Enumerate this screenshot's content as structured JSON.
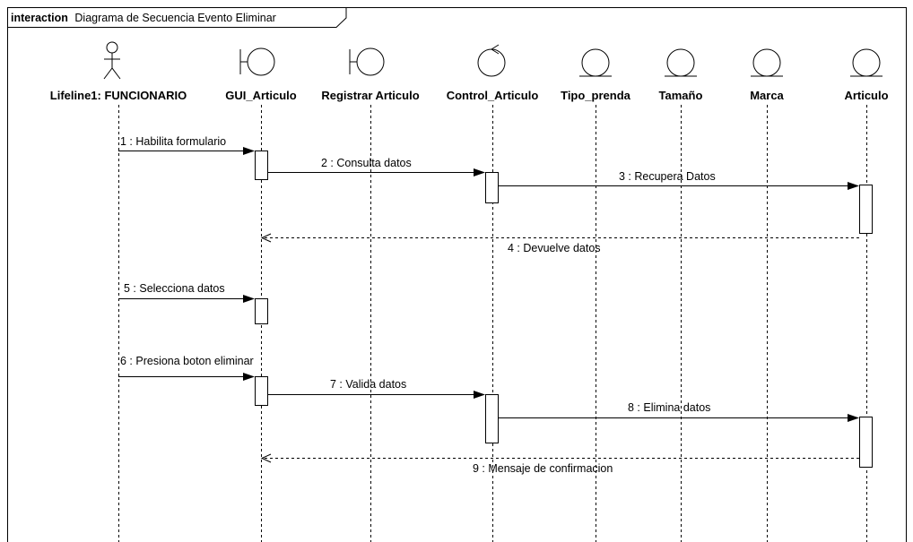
{
  "frame": {
    "keyword": "interaction",
    "name": "Diagrama de Secuencia Evento Eliminar"
  },
  "lifelines": [
    {
      "id": "funcionario",
      "name": "Lifeline1: FUNCIONARIO",
      "kind": "actor"
    },
    {
      "id": "gui_articulo",
      "name": "GUI_Articulo",
      "kind": "boundary"
    },
    {
      "id": "registrar_articulo",
      "name": "Registrar Articulo",
      "kind": "boundary"
    },
    {
      "id": "control_articulo",
      "name": "Control_Articulo",
      "kind": "control"
    },
    {
      "id": "tipo_prenda",
      "name": "Tipo_prenda",
      "kind": "entity"
    },
    {
      "id": "tamano",
      "name": "Tamaño",
      "kind": "entity"
    },
    {
      "id": "marca",
      "name": "Marca",
      "kind": "entity"
    },
    {
      "id": "articulo",
      "name": "Articulo",
      "kind": "entity"
    }
  ],
  "messages": [
    {
      "label": "1 : Habilita formulario",
      "from": "funcionario",
      "to": "gui_articulo",
      "type": "sync"
    },
    {
      "label": "2 : Consulta datos",
      "from": "gui_articulo",
      "to": "control_articulo",
      "type": "sync"
    },
    {
      "label": "3 : Recupera Datos",
      "from": "control_articulo",
      "to": "articulo",
      "type": "sync"
    },
    {
      "label": "4 : Devuelve datos",
      "from": "articulo",
      "to": "gui_articulo",
      "type": "return"
    },
    {
      "label": "5 : Selecciona datos",
      "from": "funcionario",
      "to": "gui_articulo",
      "type": "sync"
    },
    {
      "label": "6 : Presiona boton eliminar",
      "from": "funcionario",
      "to": "gui_articulo",
      "type": "sync"
    },
    {
      "label": "7 : Valida datos",
      "from": "gui_articulo",
      "to": "control_articulo",
      "type": "sync"
    },
    {
      "label": "8 : Elimina datos",
      "from": "control_articulo",
      "to": "articulo",
      "type": "sync"
    },
    {
      "label": "9 : Mensaje de confirmacion",
      "from": "articulo",
      "to": "gui_articulo",
      "type": "return"
    }
  ]
}
